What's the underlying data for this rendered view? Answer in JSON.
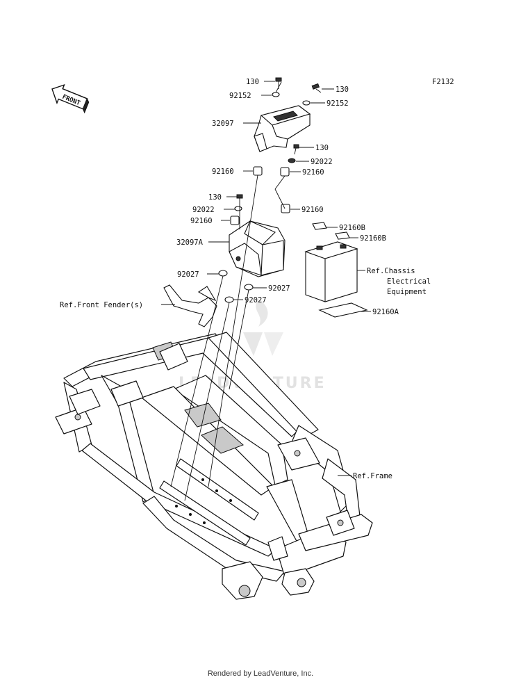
{
  "figure_code": "F2132",
  "front_arrow_label": "FRONT",
  "watermark": "LEADVENTURE",
  "footer": "Rendered by LeadVenture, Inc.",
  "callouts": {
    "bolt_130_a": "130",
    "washer_92152_a": "92152",
    "bolt_130_b": "130",
    "washer_92152_b": "92152",
    "case_32097": "32097",
    "bolt_130_c": "130",
    "washer_92022_a": "92022",
    "grommet_92160_a": "92160",
    "grommet_92160_b": "92160",
    "bolt_130_d": "130",
    "washer_92022_b": "92022",
    "grommet_92160_c": "92160",
    "grommet_92160_d": "92160",
    "bracket_32097A": "32097A",
    "pad_92160B_a": "92160B",
    "pad_92160B_b": "92160B",
    "collar_92027_a": "92027",
    "collar_92027_b": "92027",
    "collar_92027_c": "92027",
    "pad_92160A": "92160A"
  },
  "references": {
    "front_fender": "Ref.Front Fender(s)",
    "chassis_electrical_1": "Ref.Chassis",
    "chassis_electrical_2": "Electrical",
    "chassis_electrical_3": "Equipment",
    "frame": "Ref.Frame"
  }
}
